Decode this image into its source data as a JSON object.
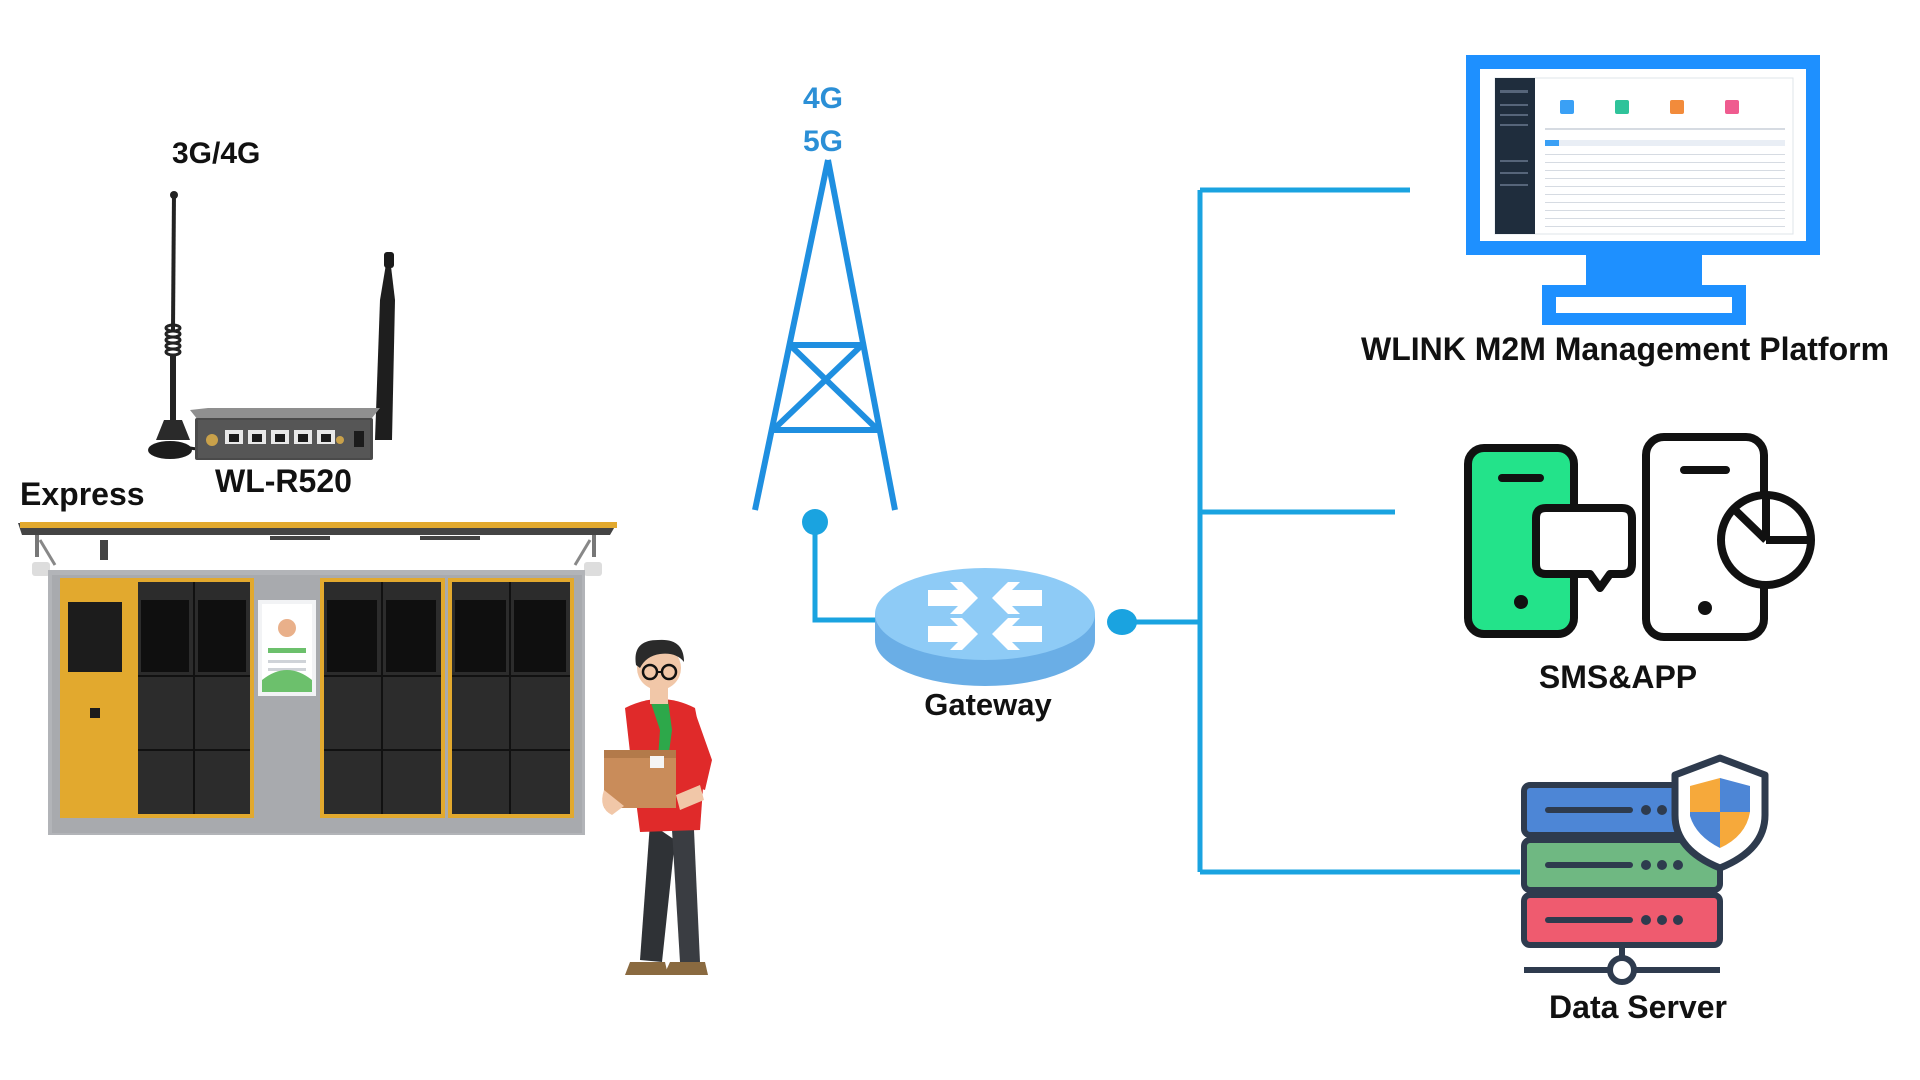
{
  "labels": {
    "network_top": "3G/4G",
    "router_model": "WL-R520",
    "locker": "Express",
    "tower_line1": "4G",
    "tower_line2": "5G",
    "gateway": "Gateway",
    "platform": "WLINK M2M Management Platform",
    "sms_app": "SMS&APP",
    "data_server": "Data Server"
  },
  "colors": {
    "link": "#1aa3e0",
    "tower": "#1f8fe0",
    "monitor_frame": "#1e90ff",
    "gateway": "#8ecbf6",
    "phone_green": "#23e38a",
    "locker_yellow": "#e2a92e",
    "locker_panel": "#2c2c2c",
    "server_blue": "#4d86d6",
    "server_green": "#6fb882",
    "server_red": "#ef5b6f"
  },
  "icons": [
    "antenna-icon",
    "router-icon",
    "cell-tower-icon",
    "gateway-router-icon",
    "monitor-icon",
    "sms-phone-icon",
    "app-phone-icon",
    "server-icon",
    "shield-icon",
    "courier-person-icon"
  ]
}
